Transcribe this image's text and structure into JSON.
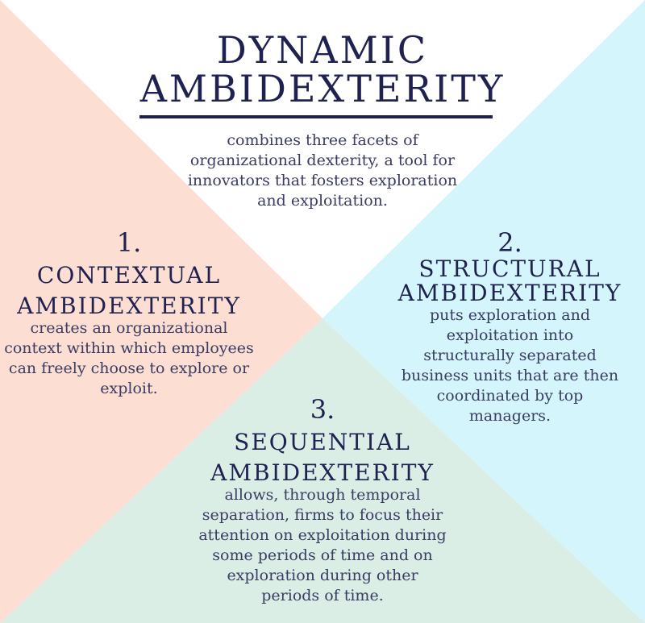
{
  "title": {
    "line1": "DYNAMIC",
    "line2": "AMBIDEXTERITY"
  },
  "intro": "combines three facets of organizational dexterity, a tool for innovators that fosters exploration and exploitation.",
  "facets": [
    {
      "number": "1.",
      "heading_line1": "CONTEXTUAL",
      "heading_line2": "AMBIDEXTERITY",
      "description": "creates an organizational context within which employees can freely choose to explore or exploit.",
      "color": "#fcded2"
    },
    {
      "number": "2.",
      "heading_line1": "STRUCTURAL",
      "heading_line2": "AMBIDEXTERITY",
      "description": "puts exploration and exploitation into structurally separated business units that are then coordinated by top managers.",
      "color": "#d3f5fb"
    },
    {
      "number": "3.",
      "heading_line1": "SEQUENTIAL",
      "heading_line2": "AMBIDEXTERITY",
      "description": "allows, through temporal separation, firms to focus their attention on exploitation during some periods of time and on exploration during other periods of time.",
      "color": "#dbeee5"
    }
  ],
  "colors": {
    "text": "#1f2150",
    "center": "#ffffff"
  }
}
